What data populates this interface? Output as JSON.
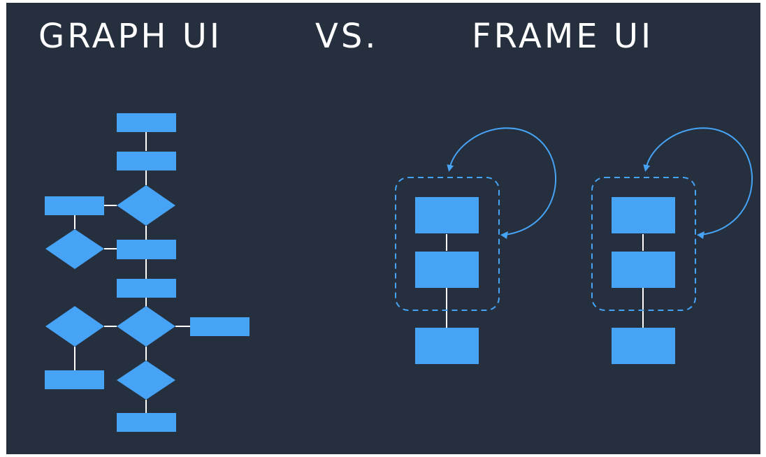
{
  "title": {
    "left": "GRAPH UI",
    "middle": "VS.",
    "right": "FRAME UI"
  },
  "colors": {
    "background": "#262f3e",
    "node_fill": "#46a3f6",
    "connector": "#ffffff",
    "frame_outline": "#46a3f6",
    "text": "#ffffff"
  }
}
